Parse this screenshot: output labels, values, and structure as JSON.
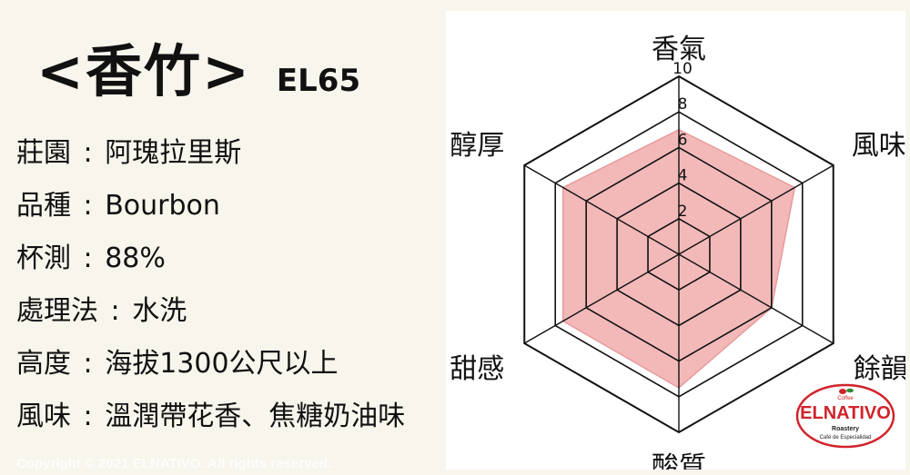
{
  "header": {
    "title": "<香竹>",
    "code": "EL65"
  },
  "info": [
    {
      "label": "莊園",
      "sep": ":",
      "value": "阿瑰拉里斯"
    },
    {
      "label": "品種",
      "sep": ":",
      "value": "Bourbon"
    },
    {
      "label": "杯測",
      "sep": ":",
      "value": "88%"
    },
    {
      "label": "處理法",
      "sep": ":",
      "value": "水洗"
    },
    {
      "label": "高度",
      "sep": ":",
      "value": "海拔1300公尺以上"
    },
    {
      "label": "風味",
      "sep": ":",
      "value": "溫潤帶花香、焦糖奶油味"
    }
  ],
  "copyright": "Copyright © 2021 ELNATIVO. All rights reserved.",
  "logo": {
    "small": "Coffee",
    "brand": "ELNATIVO",
    "line1": "Roastery",
    "line2": "Café de Especialidad",
    "red": "#d1232a",
    "green": "#2f8a3b"
  },
  "chart_data": {
    "type": "radar",
    "axes": [
      "香氣",
      "風味",
      "餘韻",
      "酸質",
      "甜感",
      "醇厚"
    ],
    "values": [
      7,
      7.5,
      6,
      7.5,
      7.5,
      7.5
    ],
    "ticks": [
      2,
      4,
      6,
      8,
      10
    ],
    "range": [
      0,
      10
    ],
    "fill_color": "#f3b9b9",
    "fill_stroke": "#e79a9a",
    "grid_color": "#111111"
  }
}
